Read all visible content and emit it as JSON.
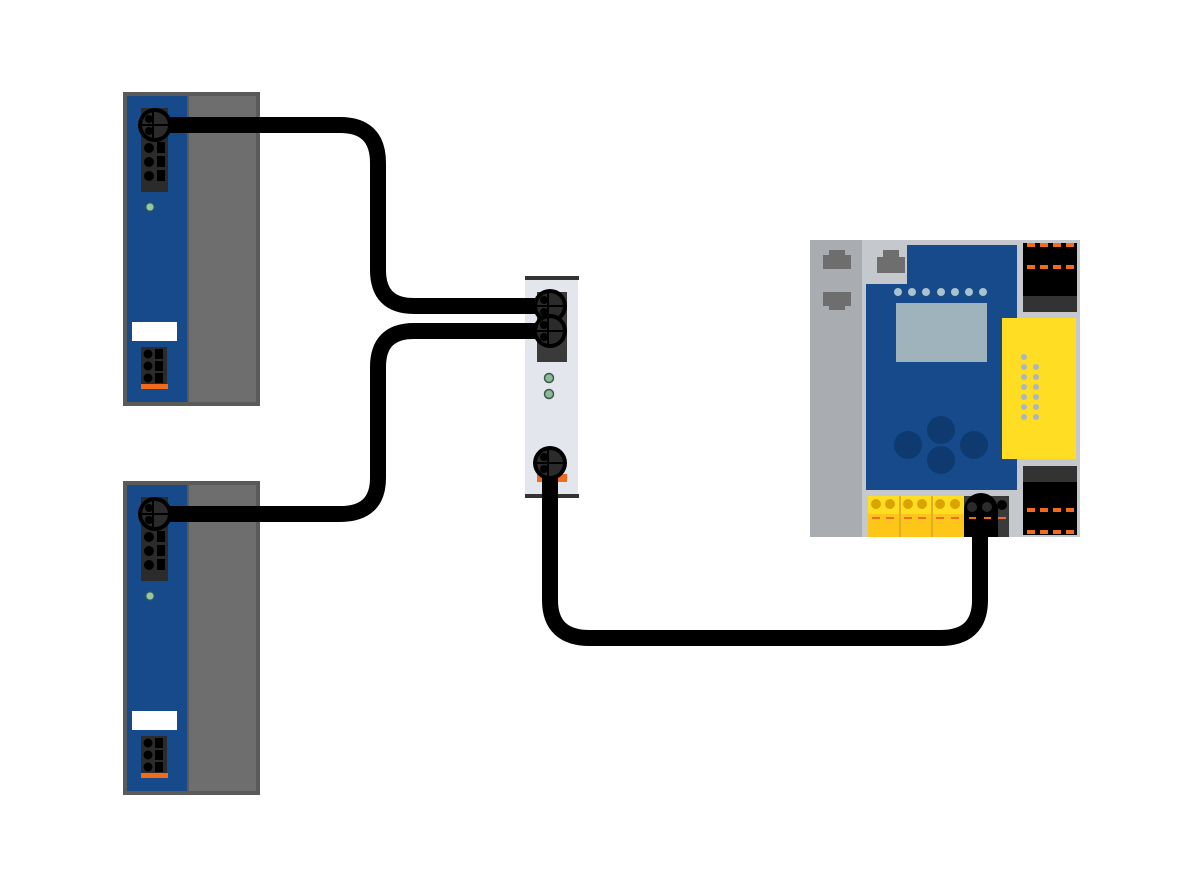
{
  "diagram": {
    "title": "",
    "colors": {
      "device_blue": "#164a8a",
      "device_gray": "#6e6e6e",
      "cable": "#000000",
      "accent_orange": "#f26b1d",
      "safety_yellow": "#ffdd22",
      "led_green": "#8fb89a"
    },
    "nodes": [
      {
        "id": "power-supply-1",
        "kind": "din-rail-module"
      },
      {
        "id": "power-supply-2",
        "kind": "din-rail-module"
      },
      {
        "id": "splitter-module",
        "kind": "junction-module"
      },
      {
        "id": "safety-controller",
        "kind": "controller"
      }
    ],
    "edges": [
      {
        "from": "power-supply-1",
        "to": "splitter-module"
      },
      {
        "from": "power-supply-2",
        "to": "splitter-module"
      },
      {
        "from": "splitter-module",
        "to": "safety-controller"
      }
    ]
  }
}
